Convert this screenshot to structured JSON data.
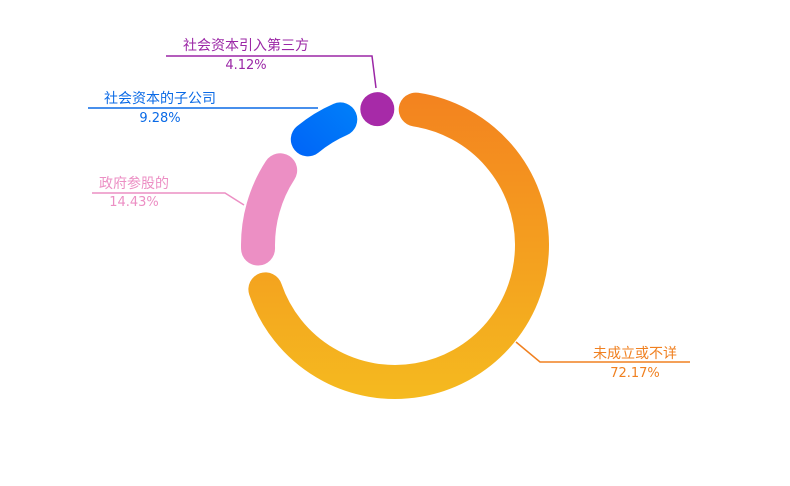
{
  "chart_data": {
    "type": "pie",
    "variant": "donut",
    "title": "",
    "start": "top",
    "direction": "clockwise",
    "slices": [
      {
        "name": "未成立或不详",
        "value": 72.17,
        "label": "72.17%",
        "color_start": "#f37f1f",
        "color_end": "#f5bd1f",
        "label_color": "#f08020",
        "label_side": "right"
      },
      {
        "name": "政府参股的",
        "value": 14.43,
        "label": "14.43%",
        "color_start": "#ec8fc4",
        "color_end": "#ec8fc4",
        "label_color": "#ec8fc4",
        "label_side": "left"
      },
      {
        "name": "社会资本的子公司",
        "value": 9.28,
        "label": "9.28%",
        "color_start": "#0046f5",
        "color_end": "#0088fa",
        "label_color": "#0a6ae6",
        "label_side": "left"
      },
      {
        "name": "社会资本引入第三方",
        "value": 4.12,
        "label": "4.12%",
        "color_start": "#a72aa8",
        "color_end": "#a72aa8",
        "label_color": "#9b27a6",
        "label_side": "left"
      }
    ]
  }
}
